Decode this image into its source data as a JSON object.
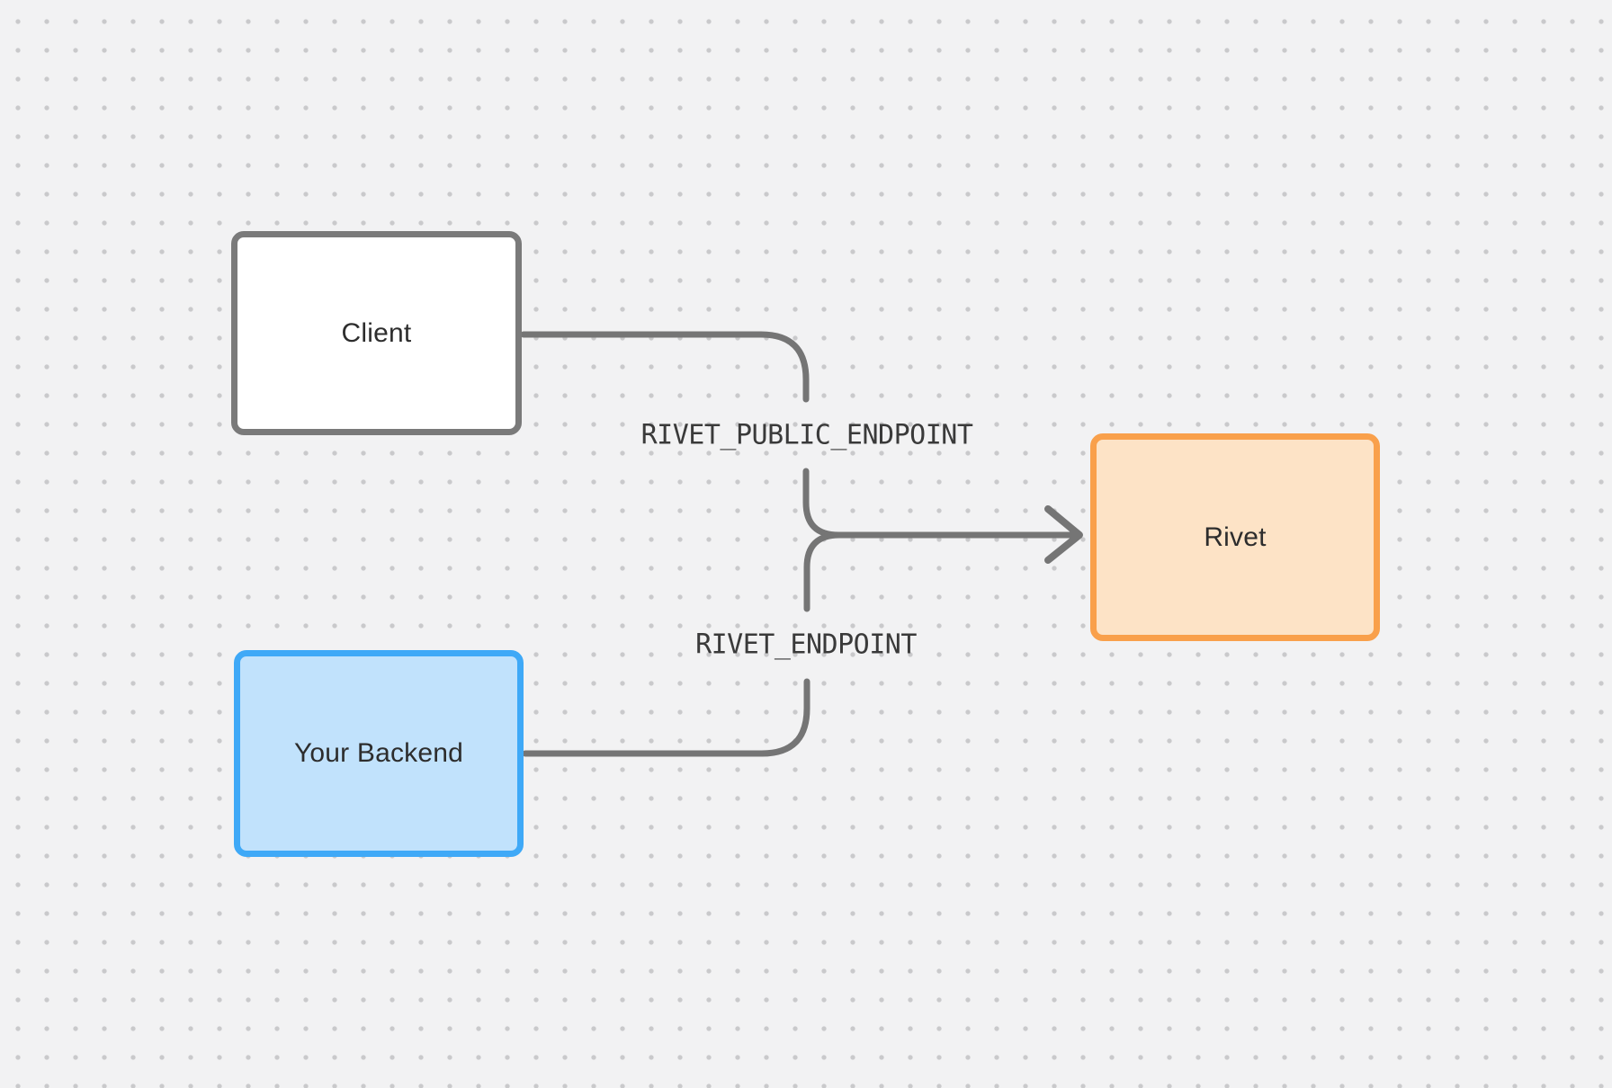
{
  "diagram": {
    "background_color": "#f2f2f3",
    "dot_color": "#c9c9cb",
    "connector_color": "#757575",
    "nodes": [
      {
        "id": "client",
        "label": "Client",
        "fill": "#ffffff",
        "border": "#7a7a7a",
        "text_color": "#2d2d2d"
      },
      {
        "id": "your-backend",
        "label": "Your Backend",
        "fill": "#c1e2fc",
        "border": "#3fa9f7",
        "text_color": "#2d2d2d"
      },
      {
        "id": "rivet",
        "label": "Rivet",
        "fill": "#fde3c6",
        "border": "#f9a04b",
        "text_color": "#2d2d2d"
      }
    ],
    "edge_labels": [
      {
        "id": "public-endpoint",
        "text": "RIVET_PUBLIC_ENDPOINT"
      },
      {
        "id": "endpoint",
        "text": "RIVET_ENDPOINT"
      }
    ]
  }
}
